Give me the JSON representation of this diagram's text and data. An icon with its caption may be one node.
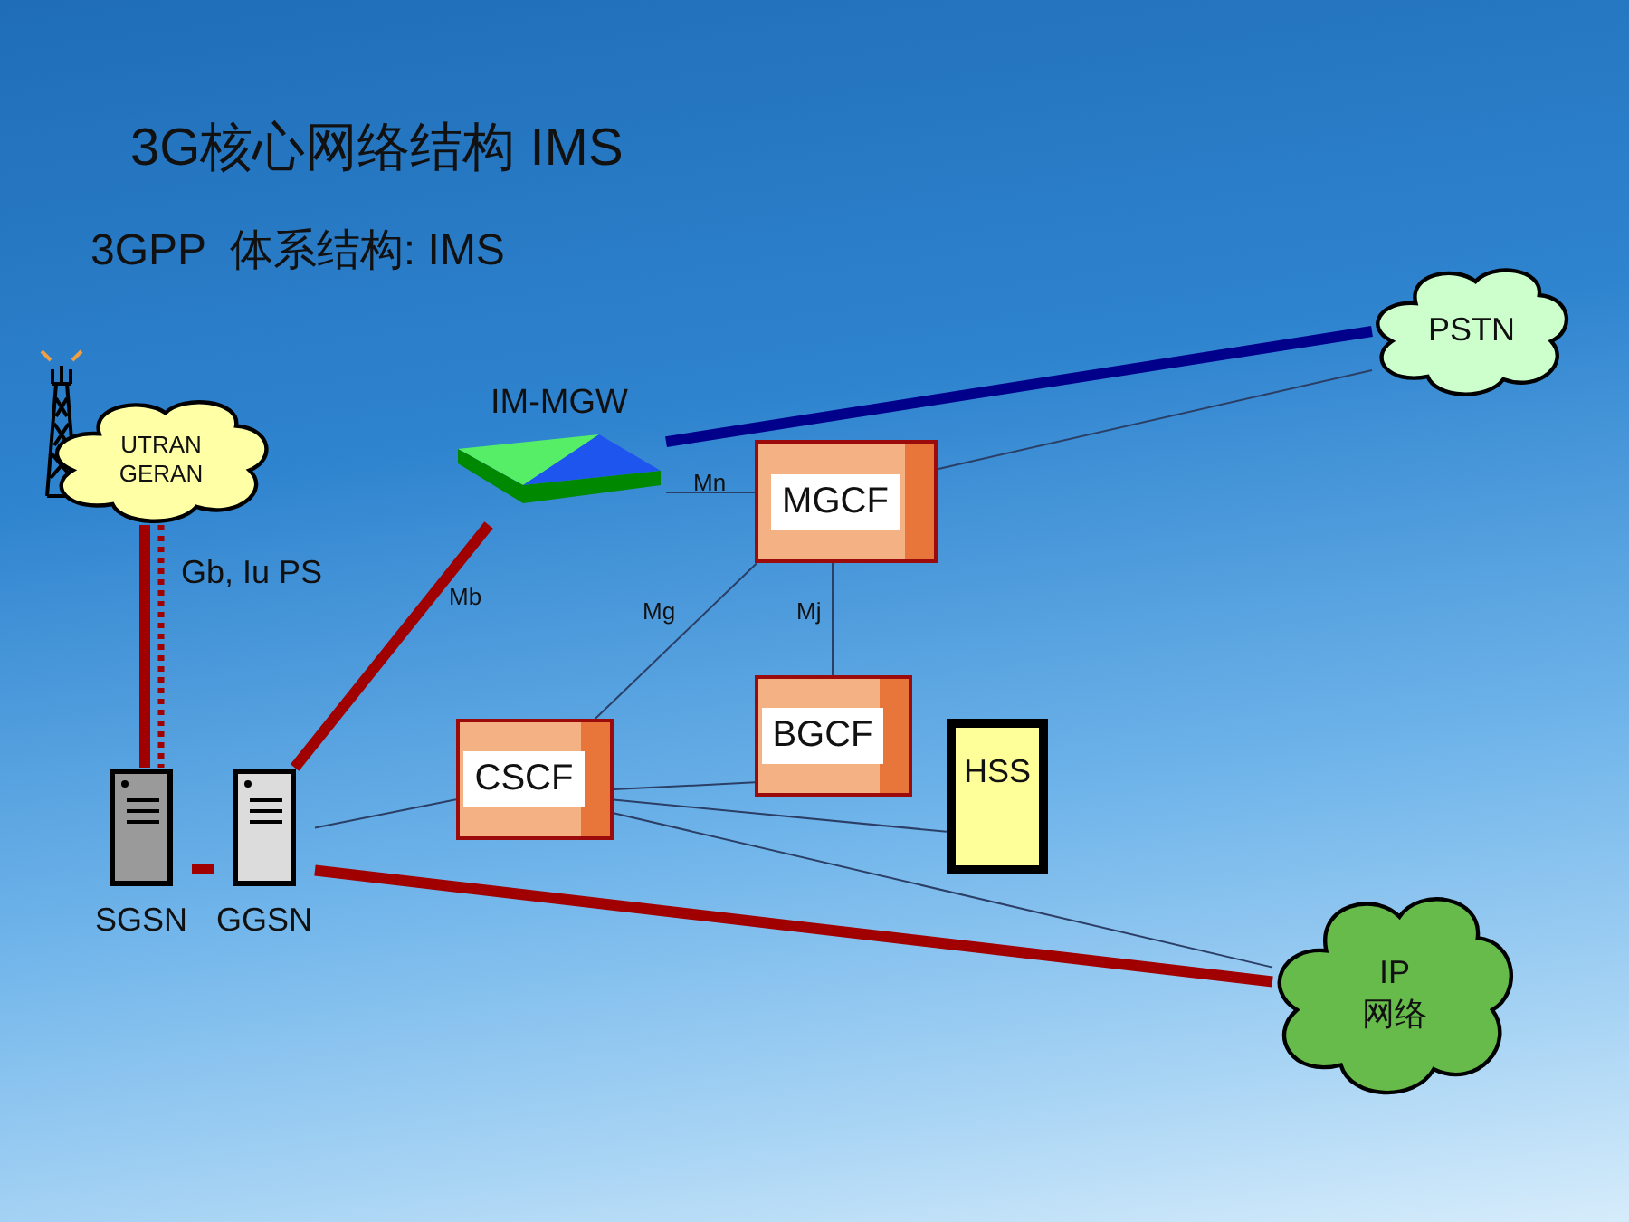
{
  "diagram": {
    "title": "3G核心网络结构 IMS",
    "nodes": [
      {
        "text": [
          "UTRAN GERAN"
        ]
      },
      {
        "text": [
          "IM-MGW"
        ]
      },
      {
        "text": [
          "PSTN"
        ]
      },
      {
        "text": [
          "MGCF"
        ]
      },
      {
        "text": [
          "CSCF"
        ]
      },
      {
        "text": [
          "BGCF"
        ]
      },
      {
        "text": [
          "HSS"
        ]
      },
      {
        "text": [
          "SGSN"
        ]
      },
      {
        "text": [
          "GGSN"
        ]
      },
      {
        "text": [
          "IP 网络"
        ]
      }
    ],
    "edges": [
      {
        "from": 0,
        "to": 7,
        "arrow": "none",
        "style": "thick",
        "color": "#a00000"
      },
      {
        "from": 0,
        "to": 7,
        "arrow": "none",
        "style": "dashed",
        "color": "#a00000",
        "label": "Gb, Iu PS"
      },
      {
        "from": 7,
        "to": 8,
        "arrow": "none",
        "style": "thick",
        "color": "#a00000"
      },
      {
        "from": 8,
        "to": 1,
        "arrow": "none",
        "style": "thick",
        "color": "#a00000",
        "label": "Mb"
      },
      {
        "from": 1,
        "to": 2,
        "arrow": "none",
        "style": "thick",
        "color": "#00008b"
      },
      {
        "from": 1,
        "to": 3,
        "arrow": "none",
        "label": "Mn"
      },
      {
        "from": 3,
        "to": 2,
        "arrow": "none"
      },
      {
        "from": 3,
        "to": 4,
        "arrow": "none",
        "label": "Mg"
      },
      {
        "from": 3,
        "to": 5,
        "arrow": "none",
        "label": "Mj"
      },
      {
        "from": 4,
        "to": 5,
        "arrow": "none"
      },
      {
        "from": 4,
        "to": 6,
        "arrow": "none"
      },
      {
        "from": 4,
        "to": 9,
        "arrow": "none"
      },
      {
        "from": 8,
        "to": 4,
        "arrow": "none"
      },
      {
        "from": 8,
        "to": 9,
        "arrow": "none",
        "style": "thick",
        "color": "#a00000"
      }
    ],
    "labels": [
      "3GPP  体系结构: IMS"
    ]
  }
}
